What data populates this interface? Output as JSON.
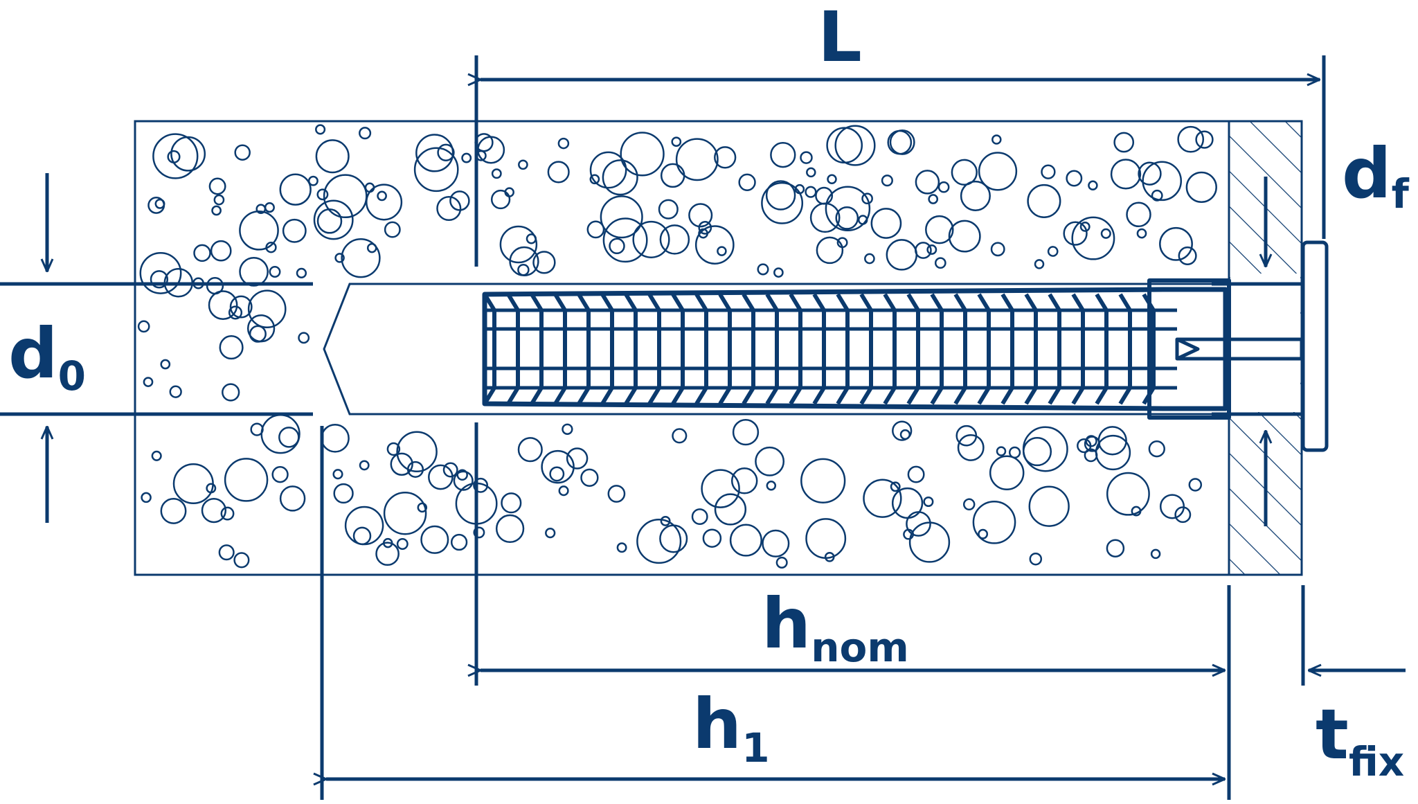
{
  "colors": {
    "ink": "#0b3a6e",
    "background": "#ffffff",
    "concrete_fill": "#f7f9fc"
  },
  "labels": {
    "L": {
      "main": "L",
      "sub": ""
    },
    "d0": {
      "main": "d",
      "sub": "0"
    },
    "df": {
      "main": "d",
      "sub": "f"
    },
    "hnom": {
      "main": "h",
      "sub": "nom"
    },
    "h1": {
      "main": "h",
      "sub": "1"
    },
    "tfix": {
      "main": "t",
      "sub": "fix"
    }
  }
}
